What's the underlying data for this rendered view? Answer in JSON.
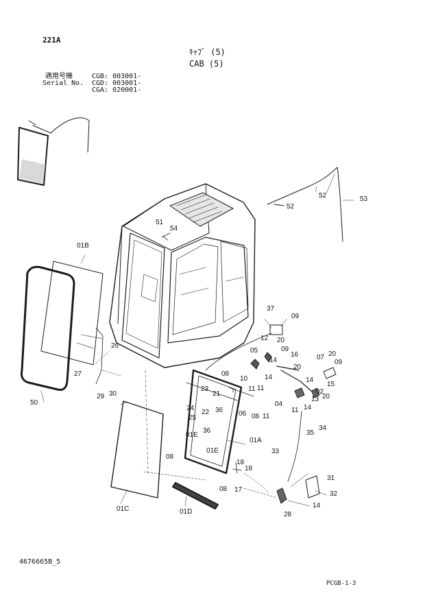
{
  "header": {
    "page_code": "221A",
    "title_jp": "ｷｬﾌﾞ (5)",
    "title_en": "CAB (5)",
    "applicable_label_jp": "適用号機",
    "serial_label": "Serial No.",
    "serials": [
      "CGB: 003001-",
      "CGD: 003001-",
      "CGA: 020001-"
    ]
  },
  "footer": {
    "doc_number": "4676665B_5",
    "page_ref": "PCGB-1-3"
  },
  "callouts": {
    "c52a": "52",
    "c52b": "52",
    "c53": "53",
    "c51": "51",
    "c54": "54",
    "c01B": "01B",
    "c26": "26",
    "c27": "27",
    "c29": "29",
    "c30": "30",
    "c50": "50",
    "c37": "37",
    "c09a": "09",
    "c12": "12",
    "c20a": "20",
    "c09b": "09",
    "c05": "05",
    "c14a": "14",
    "c16": "16",
    "c20b": "20",
    "c07": "07",
    "c20c": "20",
    "c09c": "09",
    "c08a": "08",
    "c10": "10",
    "c11a": "11",
    "c14b": "14",
    "c14c": "14",
    "c15": "15",
    "c11b": "11",
    "c02": "02",
    "c13": "13",
    "c20d": "20",
    "c23": "23",
    "c21": "21",
    "c36a": "36",
    "c24": "24",
    "c22": "22",
    "c25": "25",
    "c06": "06",
    "c08b": "08",
    "c11c": "11",
    "c04": "04",
    "c11d": "11",
    "c14d": "14",
    "c35": "35",
    "c34": "34",
    "c36b": "36",
    "c01A": "01A",
    "c01E1": "01E",
    "c08c": "08",
    "c01E2": "01E",
    "c33": "33",
    "c18a": "18",
    "c18b": "18",
    "c08d": "08",
    "c17": "17",
    "c31": "31",
    "c32": "32",
    "c28": "28",
    "c14e": "14",
    "c01C": "01C",
    "c01D": "01D"
  }
}
